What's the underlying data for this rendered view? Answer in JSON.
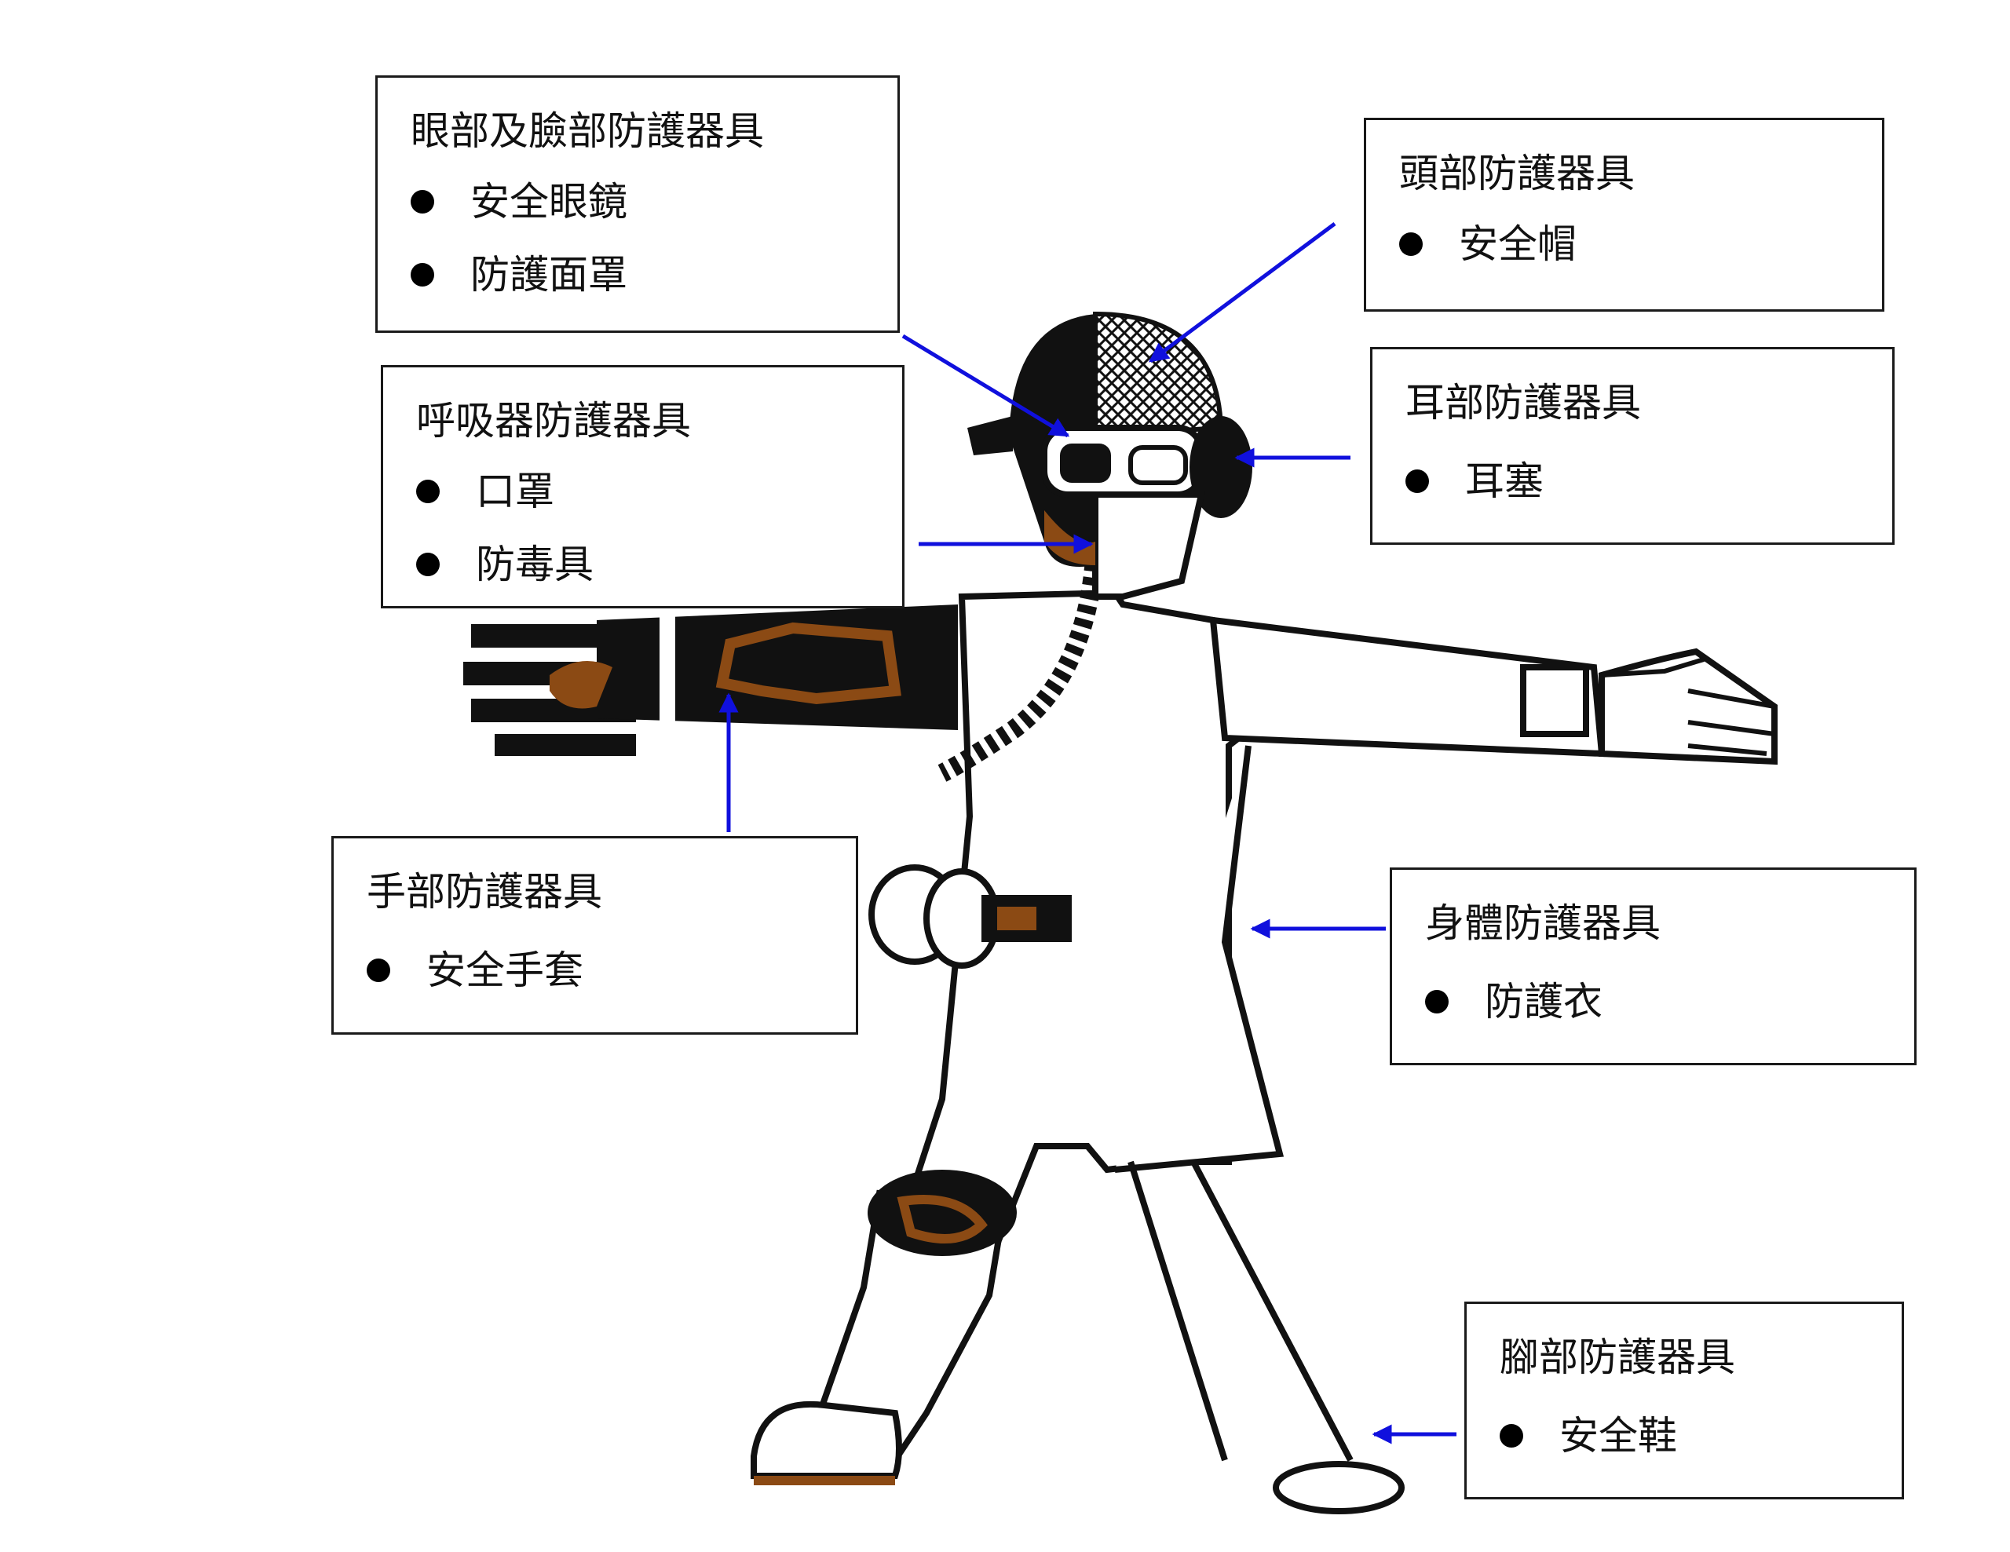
{
  "colors": {
    "arrow": "#1010dd",
    "glove": "#000000",
    "brown": "#8b4a14",
    "outline": "#111111"
  },
  "callouts": {
    "eye_face": {
      "title": "眼部及臉部防護器具",
      "items": [
        "安全眼鏡",
        "防護面罩"
      ]
    },
    "head": {
      "title": "頭部防護器具",
      "items": [
        "安全帽"
      ]
    },
    "respiratory": {
      "title": "呼吸器防護器具",
      "items": [
        "口罩",
        "防毒具"
      ]
    },
    "ear": {
      "title": "耳部防護器具",
      "items": [
        "耳塞"
      ]
    },
    "hand": {
      "title": "手部防護器具",
      "items": [
        "安全手套"
      ]
    },
    "body": {
      "title": "身體防護器具",
      "items": [
        "防護衣"
      ]
    },
    "foot": {
      "title": "腳部防護器具",
      "items": [
        "安全鞋"
      ]
    }
  }
}
